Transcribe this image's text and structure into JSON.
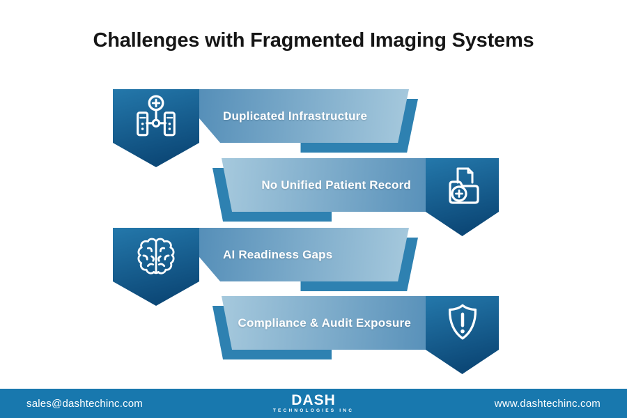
{
  "title": "Challenges with Fragmented Imaging Systems",
  "items": [
    {
      "label": "Duplicated Infrastructure",
      "icon": "servers-network-icon",
      "side": "left"
    },
    {
      "label": "No Unified Patient Record",
      "icon": "patient-record-icon",
      "side": "right"
    },
    {
      "label": "AI Readiness Gaps",
      "icon": "brain-icon",
      "side": "left"
    },
    {
      "label": "Compliance & Audit Exposure",
      "icon": "shield-alert-icon",
      "side": "right"
    }
  ],
  "footer": {
    "email": "sales@dashtechinc.com",
    "website": "www.dashtechinc.com",
    "logo": {
      "name": "DASH",
      "subtitle": "TECHNOLOGIES INC"
    }
  },
  "colors": {
    "pentagon_top": "#2478ab",
    "pentagon_bottom": "#0c4877",
    "banner_dark": "#4c88b4",
    "banner_light": "#a6c9dd",
    "banner_shadow": "#2e81b1",
    "footer_bar": "#1878ae",
    "title_text": "#161616",
    "banner_text": "#ffffff"
  }
}
